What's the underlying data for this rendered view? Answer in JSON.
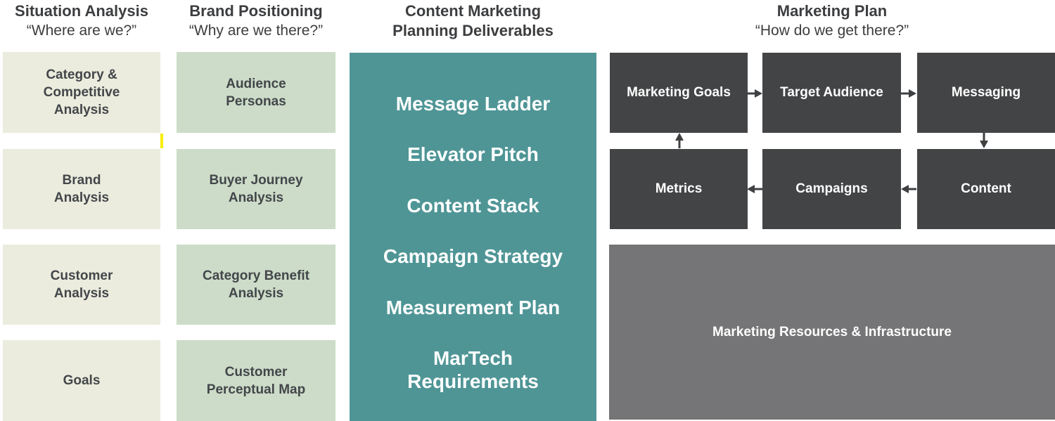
{
  "columns": [
    {
      "id": "situation-analysis",
      "title": "Situation Analysis",
      "subtitle": "“Where are we?”",
      "boxes": [
        "Category &\nCompetitive\nAnalysis",
        "Brand\nAnalysis",
        "Customer\nAnalysis",
        "Goals"
      ]
    },
    {
      "id": "brand-positioning",
      "title": "Brand Positioning",
      "subtitle": "“Why are we there?”",
      "boxes": [
        "Audience\nPersonas",
        "Buyer Journey\nAnalysis",
        "Category Benefit\nAnalysis",
        "Customer\nPerceptual Map"
      ]
    },
    {
      "id": "content-marketing-deliverables",
      "title_line1": "Content Marketing",
      "title_line2": "Planning Deliverables",
      "deliverables": [
        "Message Ladder",
        "Elevator Pitch",
        "Content Stack",
        "Campaign Strategy",
        "Measurement Plan",
        "MarTech\nRequirements"
      ]
    },
    {
      "id": "marketing-plan",
      "title": "Marketing Plan",
      "subtitle": "“How do we get there?”",
      "flow_row1": [
        "Marketing Goals",
        "Target Audience",
        "Messaging"
      ],
      "flow_row2": [
        "Metrics",
        "Campaigns",
        "Content"
      ],
      "foundation": "Marketing Resources & Infrastructure",
      "connections": [
        "Marketing Goals → Target Audience",
        "Target Audience → Messaging",
        "Messaging → Content",
        "Content → Campaigns",
        "Campaigns → Metrics",
        "Metrics → Marketing Goals"
      ]
    }
  ],
  "palette": {
    "situation_box": "#ebecdd",
    "positioning_box": "#ccdcc8",
    "deliverables_panel": "#4f9596",
    "plan_box": "#434446",
    "foundation_box": "#757577",
    "heading_text": "#3c3d3f",
    "light_box_text": "#43464a",
    "inverse_text": "#ffffff",
    "arrow": "#3f4042",
    "caret_artifact": "#f8ee04"
  }
}
